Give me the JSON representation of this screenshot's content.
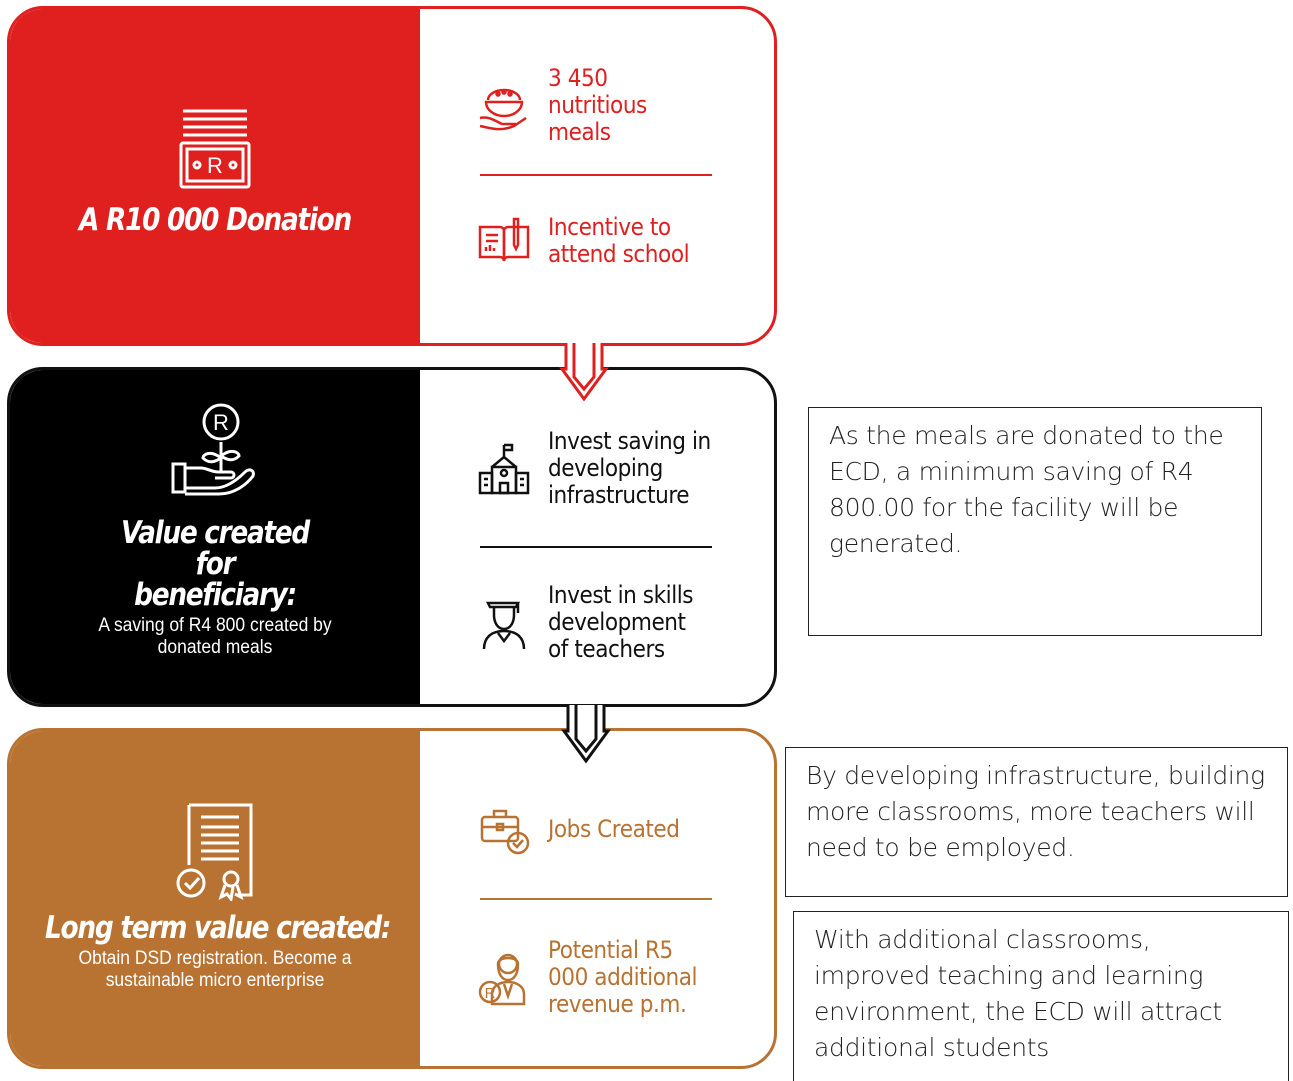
{
  "colors": {
    "red": "#e01f1f",
    "black": "#000000",
    "brown": "#b87333"
  },
  "panels": [
    {
      "title": "A R10 000 Donation",
      "subtitle": "",
      "icon": "banknote-stack-icon",
      "items": [
        {
          "text": "3 450 nutritious meals",
          "icon": "food-bowl-hand-icon"
        },
        {
          "text": "Incentive to attend school",
          "icon": "book-pen-icon"
        }
      ]
    },
    {
      "title": "Value created for beneficiary:",
      "subtitle": "A saving of R4 800 created by donated meals",
      "icon": "hand-plant-rand-icon",
      "items": [
        {
          "text": "Invest saving in developing infrastructure",
          "icon": "school-building-icon"
        },
        {
          "text": "Invest in skills development of teachers",
          "icon": "graduate-icon"
        }
      ]
    },
    {
      "title": "Long term value created:",
      "subtitle": "Obtain DSD registration. Become a sustainable micro enterprise",
      "icon": "certificate-icon",
      "items": [
        {
          "text": "Jobs Created",
          "icon": "briefcase-check-icon"
        },
        {
          "text": "Potential R5 000 additional revenue p.m.",
          "icon": "businessperson-rand-icon"
        }
      ]
    }
  ],
  "notes": [
    "As the meals are donated to the ECD, a minimum saving of R4 800.00 for the facility will be generated.",
    "By developing infrastructure, building more classrooms, more teachers will need to be employed.",
    "With additional classrooms, improved teaching and learning environment, the ECD will attract additional students"
  ]
}
